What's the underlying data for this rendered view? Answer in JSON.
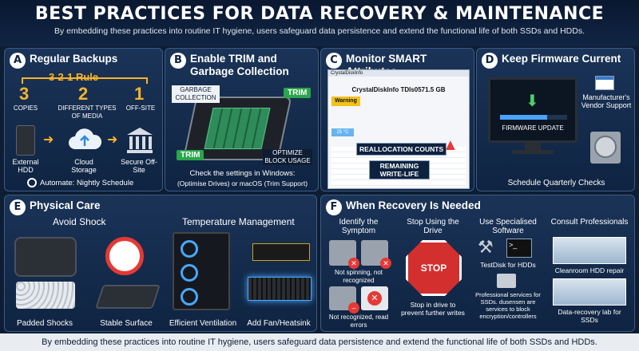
{
  "header": {
    "title": "BEST PRACTICES FOR DATA RECOVERY & MAINTENANCE",
    "subtitle": "By embedding these practices into routine IT hygiene, users safeguard data persistence and extend the functional life of both SSDs and HDDs."
  },
  "panel_a": {
    "badge": "A",
    "title": "Regular Backups",
    "rule": "3-2-1 Rule",
    "n1": "3",
    "n1_label": "COPIES",
    "n2": "2",
    "n2_label": "DIFFERENT TYPES OF MEDIA",
    "n3": "1",
    "n3_label": "OFF-SITE",
    "s1": "External HDD",
    "s2": "Cloud Storage",
    "s3": "Secure Off-Site",
    "automate": "Automate: Nightly Schedule"
  },
  "panel_b": {
    "badge": "B",
    "title": "Enable TRIM and Garbage Collection",
    "gc": "GARBAGE COLLECTION",
    "trim1": "TRIM",
    "trim2": "TRIM",
    "opt": "OPTIMIZE BLOCK USAGE",
    "caption1": "Check the settings in Windows:",
    "caption2": "(Optimise Drives) or macOS (Trim Support)"
  },
  "panel_c": {
    "badge": "C",
    "title": "Monitor SMART Attributes",
    "app_title": "CrystalDiskInfo",
    "disk": "CrystalDiskInfo TDIs0571.5 GB",
    "status": "Warning",
    "temp": "25 °C",
    "realloc": "REALLOCATION COUNTS",
    "remaining": "REMAINING WRITE-LIFE"
  },
  "panel_d": {
    "badge": "D",
    "title": "Keep Firmware Current",
    "vendor": "Manufacturer's Vendor Support",
    "fw": "FIRMWARE UPDATE",
    "schedule": "Schedule Quarterly Checks"
  },
  "panel_e": {
    "badge": "E",
    "title": "Physical Care",
    "shock": "Avoid Shock",
    "temp": "Temperature Management",
    "l1": "Padded Shocks",
    "l2": "Stable Surface",
    "l3": "Efficient Ventilation",
    "l4": "Add Fan/Heatsink"
  },
  "panel_f": {
    "badge": "F",
    "title": "When Recovery Is Needed",
    "h1": "Identify the Symptom",
    "h2": "Stop Using the Drive",
    "h3": "Use Specialised Software",
    "h4": "Consult Professionals",
    "sym1": "Not spinning, not recognized",
    "sym2": "Not recognized, read errors",
    "stop": "STOP",
    "stop_caption": "Stop in drive to prevent further writes",
    "testdisk": "TestDisk for HDDs",
    "pro_services": "Professional services for SSDs. dusensen are services to block encryption/controllers",
    "clean": "Cleanroom HDD repair",
    "lab": "Data-recovery lab for SSDs"
  },
  "footer": "By embedding these practices into routine IT hygiene, users safeguard data persistence and extend the functional life of both SSDs and HDDs.",
  "colors": {
    "accent": "#f7b32b",
    "bg": "#0d1d33",
    "warning": "#f2c21b",
    "stop": "#d32f2f",
    "trim": "#2aa54a"
  }
}
